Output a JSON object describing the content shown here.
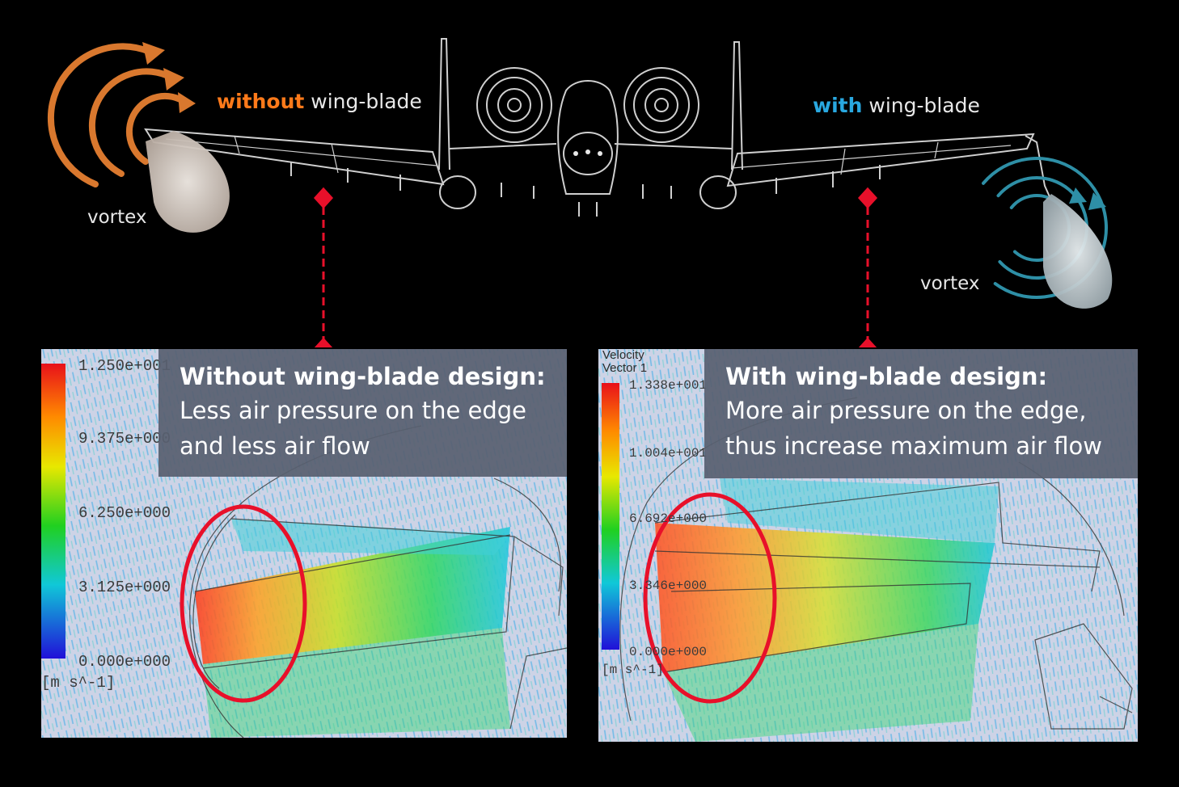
{
  "header": {
    "left": {
      "accent": "without",
      "rest": " wing-blade",
      "accent_color": "#ff7a1a"
    },
    "right": {
      "accent": "with",
      "rest": " wing-blade",
      "accent_color": "#29a8e0"
    },
    "vortex_left": "vortex",
    "vortex_right": "vortex"
  },
  "colors": {
    "connector": "#e8102a",
    "highlight_ring": "#e8102a",
    "vortex_left": "#d9782e",
    "vortex_right": "#2e8fa6"
  },
  "panels": {
    "left": {
      "callout_title": "Without wing-blade design:",
      "callout_body_1": "Less air pressure on the edge",
      "callout_body_2": "and less air flow",
      "scale": [
        "1.250e+001",
        "9.375e+000",
        "6.250e+000",
        "3.125e+000",
        "0.000e+000"
      ],
      "unit": "[m s^-1]"
    },
    "right": {
      "title_1": "Velocity",
      "title_2": "Vector 1",
      "callout_title": "With wing-blade design:",
      "callout_body_1": "More air pressure on the edge,",
      "callout_body_2": "thus increase maximum air flow",
      "scale": [
        "1.338e+001",
        "1.004e+001",
        "6.692e+000",
        "3.346e+000",
        "0.000e+000"
      ],
      "unit": "[m s^-1]"
    }
  }
}
